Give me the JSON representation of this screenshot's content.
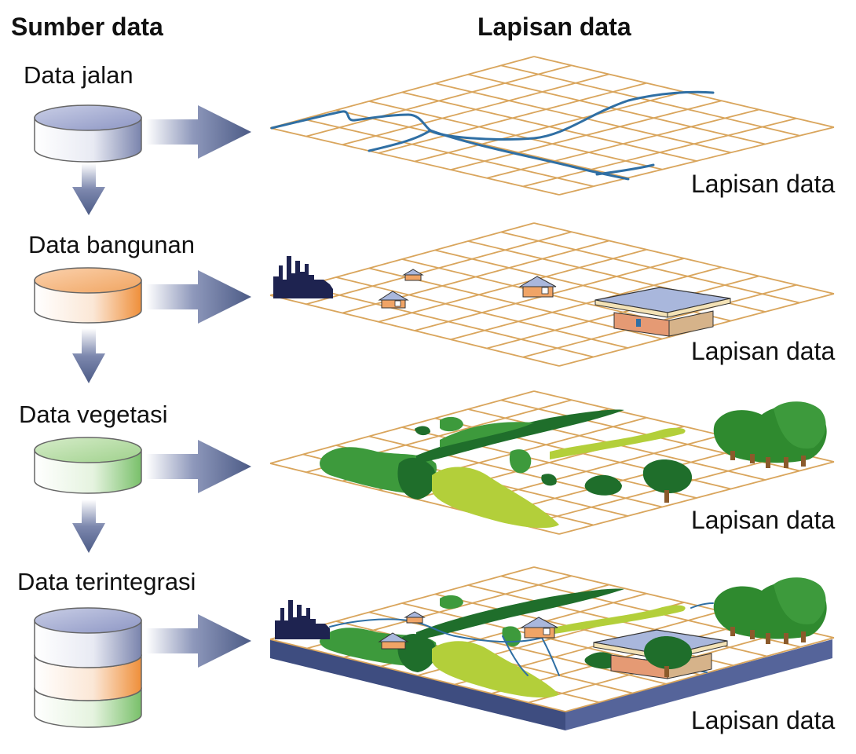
{
  "headers": {
    "sources": "Sumber data",
    "layers": "Lapisan data"
  },
  "sources": [
    {
      "label": "Data jalan",
      "color": "#9aa3cf"
    },
    {
      "label": "Data bangunan",
      "color": "#f0a460"
    },
    {
      "label": "Data vegetasi",
      "color": "#9fd18c"
    },
    {
      "label": "Data terintegrasi",
      "color": "#9aa3cf"
    }
  ],
  "layers": [
    {
      "label": "Lapisan data",
      "theme": "roads"
    },
    {
      "label": "Lapisan data",
      "theme": "buildings"
    },
    {
      "label": "Lapisan data",
      "theme": "vegetation"
    },
    {
      "label": "Lapisan data",
      "theme": "integrated"
    }
  ],
  "colors": {
    "grid": "#d9a55c",
    "road": "#2f6fa4",
    "arrow": "#4c5b86",
    "tree_dark": "#1f6e2b",
    "tree_mid": "#3d9a3c",
    "veg_light": "#b3cf3a",
    "base": "#3e4d80",
    "building_roof": "#a9b7dc",
    "building_wall": "#e59a74",
    "city": "#1e2350"
  }
}
